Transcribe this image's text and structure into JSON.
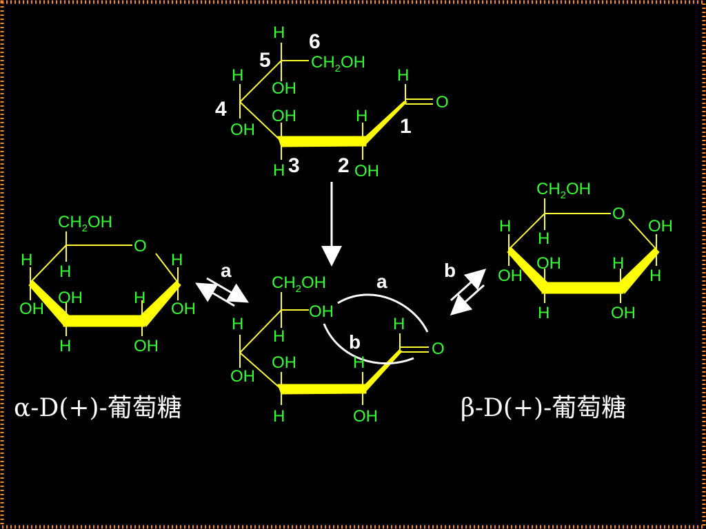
{
  "colors": {
    "background": "#000000",
    "border": "#ff8c1a",
    "atom_label": "#33ff33",
    "bond": "#ffff33",
    "wedge": "#ffff00",
    "text": "#ffffff"
  },
  "atoms": {
    "O": "O",
    "H": "H",
    "OH": "OH",
    "CH2OH_prefix": "CH",
    "CH2OH_sub": "2",
    "CH2OH_suffix": "OH"
  },
  "carbon_numbers": [
    "1",
    "2",
    "3",
    "4",
    "5",
    "6"
  ],
  "pathway_labels": {
    "a": "a",
    "b": "b"
  },
  "names": {
    "alpha": "α-D(+)-葡萄糖",
    "beta": "β-D(+)-葡萄糖"
  }
}
